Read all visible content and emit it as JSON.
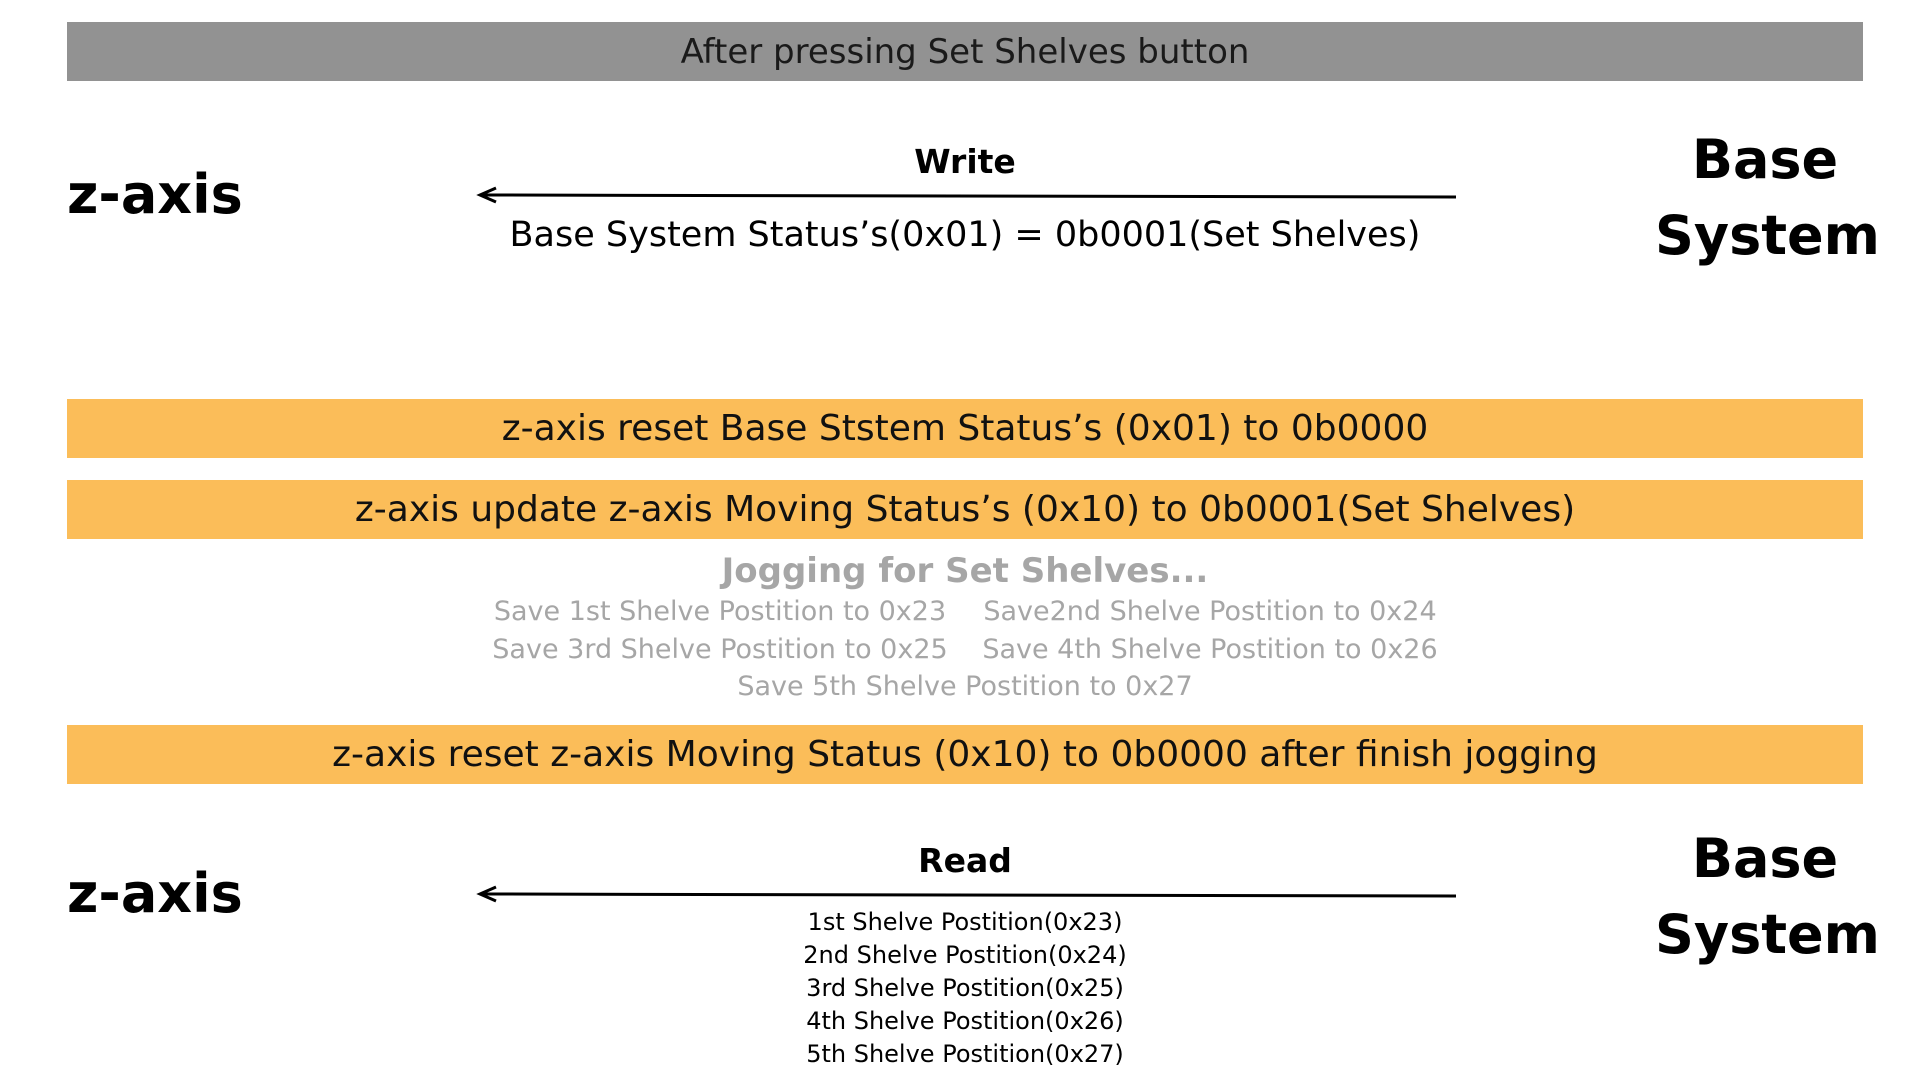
{
  "header": {
    "title": "After pressing Set Shelves button",
    "bg_color": "#929292"
  },
  "write_section": {
    "left_label": "z-axis",
    "right_label_line1": "Base",
    "right_label_line2": "System",
    "action": "Write",
    "message": "Base System Status’s(0x01) = 0b0001(Set Shelves)",
    "arrow_direction": "right-to-left"
  },
  "status_bars": {
    "color": "#fbbd59",
    "reset_base": "z-axis reset Base Ststem Status’s (0x01) to 0b0000",
    "update_moving": "z-axis update z-axis Moving Status’s (0x10) to 0b0001(Set Shelves)",
    "reset_moving": "z-axis reset z-axis Moving Status (0x10) to 0b0000 after finish jogging"
  },
  "jogging": {
    "title": "Jogging for Set Shelves...",
    "text_color": "#a6a6a6",
    "items": [
      "Save 1st Shelve Postition to 0x23",
      "Save2nd Shelve Postition to 0x24",
      "Save 3rd Shelve Postition to 0x25",
      "Save 4th Shelve Postition to 0x26",
      "Save 5th Shelve Postition to 0x27"
    ]
  },
  "read_section": {
    "left_label": "z-axis",
    "right_label_line1": "Base",
    "right_label_line2": "System",
    "action": "Read",
    "arrow_direction": "right-to-left",
    "items": [
      "1st Shelve Postition(0x23)",
      "2nd Shelve Postition(0x24)",
      "3rd Shelve Postition(0x25)",
      "4th Shelve Postition(0x26)",
      "5th Shelve Postition(0x27)"
    ]
  }
}
